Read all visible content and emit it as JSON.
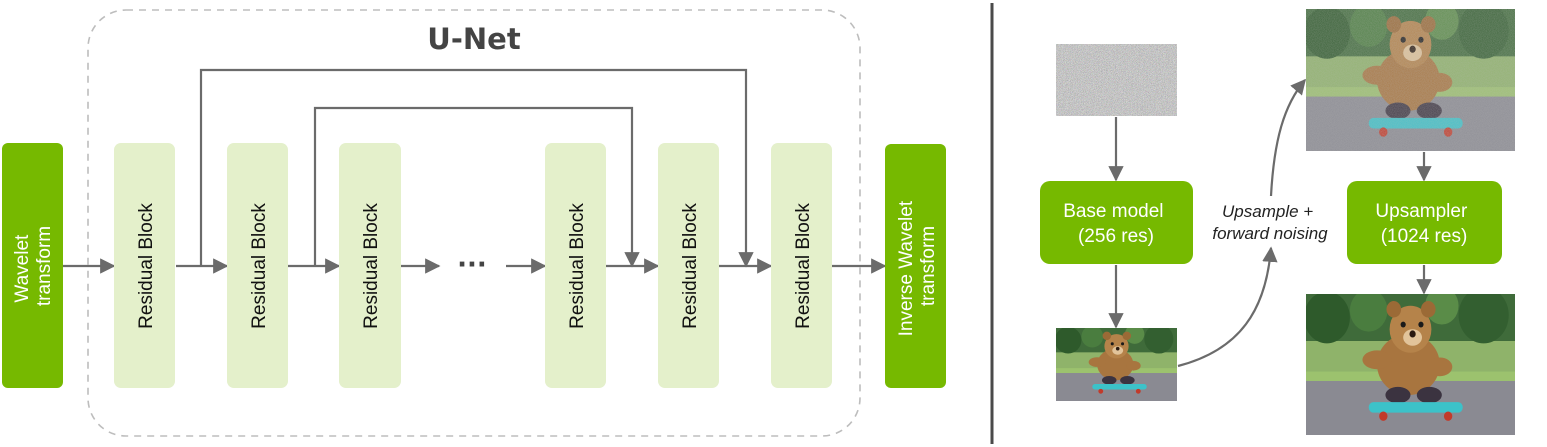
{
  "unet": {
    "title": "U-Net",
    "input_label": [
      "Wavelet",
      "transform"
    ],
    "output_label": [
      "Inverse Wavelet",
      "transform"
    ],
    "blocks": [
      "Residual Block",
      "Residual Block",
      "Residual Block",
      "Residual Block",
      "Residual Block",
      "Residual Block"
    ],
    "ellipsis": "···"
  },
  "pipeline": {
    "base_model": [
      "Base model",
      "(256 res)"
    ],
    "upsample_note": [
      "Upsample +",
      "forward noising"
    ],
    "upsampler": [
      "Upsampler",
      "(1024 res)"
    ],
    "images": [
      {
        "name": "noise-image",
        "kind": "noise"
      },
      {
        "name": "teddy-bear-256-image",
        "kind": "teddy"
      },
      {
        "name": "noisy-teddy-bear-1024-image",
        "kind": "teddy-noisy"
      },
      {
        "name": "teddy-bear-1024-image",
        "kind": "teddy"
      }
    ]
  },
  "colors": {
    "accent_green": "#76b900",
    "light_green": "#e4f0cb",
    "arrow_gray": "#6b6b6b",
    "frame_gray": "#bdbdbd"
  }
}
